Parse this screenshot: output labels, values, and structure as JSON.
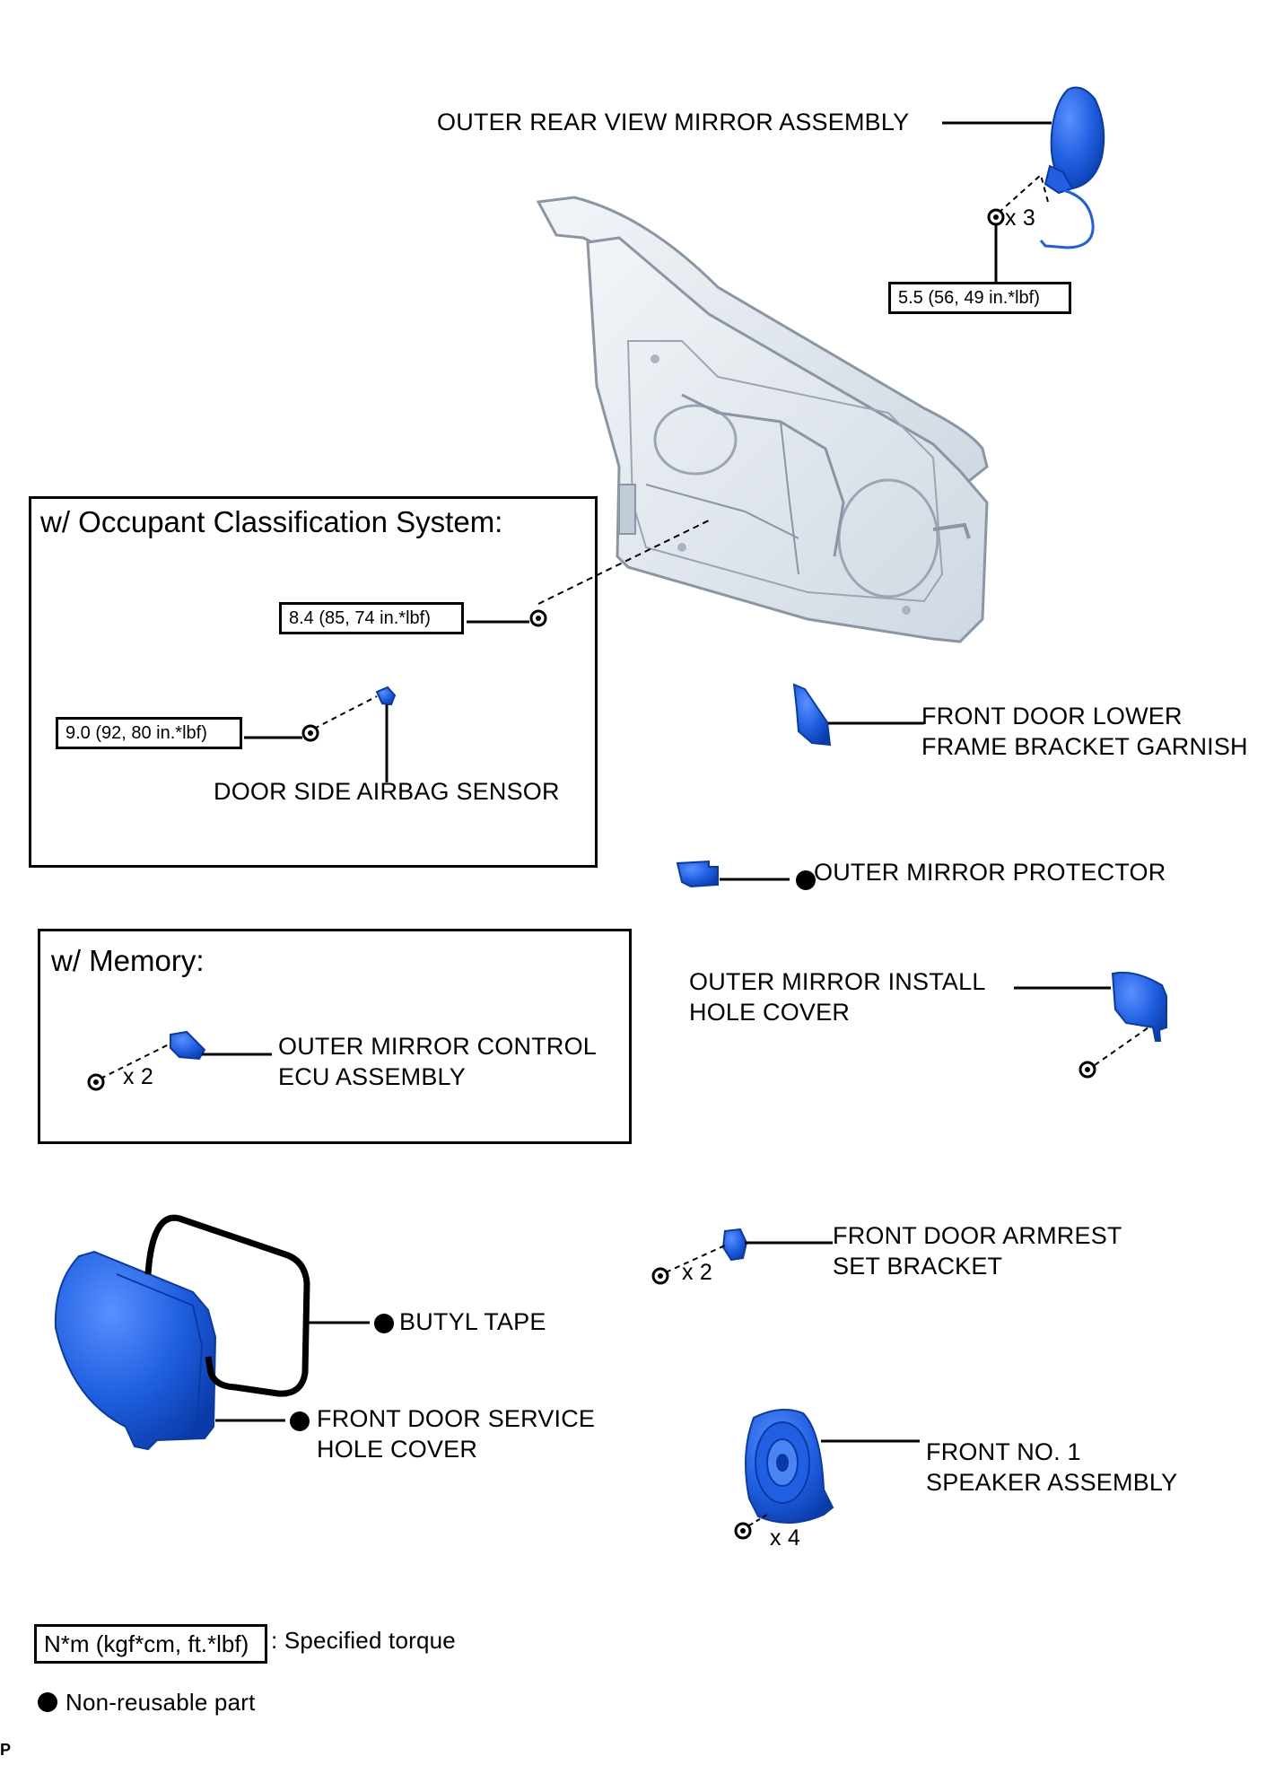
{
  "diagram": {
    "labels": {
      "outer_rear_view_mirror_assembly": "OUTER REAR VIEW MIRROR ASSEMBLY",
      "mirror_bolt_count": "x 3",
      "mirror_torque": "5.5 (56, 49 in.*lbf)",
      "occupant_system_title": "w/ Occupant Classification System:",
      "airbag_bolt_torque_upper": "8.4 (85, 74 in.*lbf)",
      "airbag_bolt_torque_lower": "9.0 (92, 80 in.*lbf)",
      "door_side_airbag_sensor": "DOOR SIDE AIRBAG SENSOR",
      "lower_frame_bracket_garnish_line1": "FRONT DOOR LOWER",
      "lower_frame_bracket_garnish_line2": "FRAME BRACKET GARNISH",
      "outer_mirror_protector": "OUTER MIRROR PROTECTOR",
      "memory_title": "w/ Memory:",
      "ecu_line1": "OUTER MIRROR CONTROL",
      "ecu_line2": "ECU ASSEMBLY",
      "ecu_bolt_count": "x 2",
      "install_hole_cover_line1": "OUTER MIRROR INSTALL",
      "install_hole_cover_line2": "HOLE COVER",
      "armrest_bracket_line1": "FRONT DOOR ARMREST",
      "armrest_bracket_line2": "SET BRACKET",
      "armrest_bolt_count": "x 2",
      "butyl_tape": "BUTYL TAPE",
      "service_hole_cover_line1": "FRONT DOOR SERVICE",
      "service_hole_cover_line2": "HOLE COVER",
      "speaker_line1": "FRONT NO. 1",
      "speaker_line2": "SPEAKER ASSEMBLY",
      "speaker_bolt_count": "x 4"
    },
    "legend": {
      "torque_unit": "N*m (kgf*cm, ft.*lbf)",
      "torque_desc": ": Specified torque",
      "non_reusable": "Non-reusable part"
    },
    "corner_mark": "P",
    "colors": {
      "part_blue": "#1f5fe0",
      "part_blue_dark": "#0a3aa8",
      "door_gray": "#dfe6ee",
      "line": "#000000"
    }
  }
}
